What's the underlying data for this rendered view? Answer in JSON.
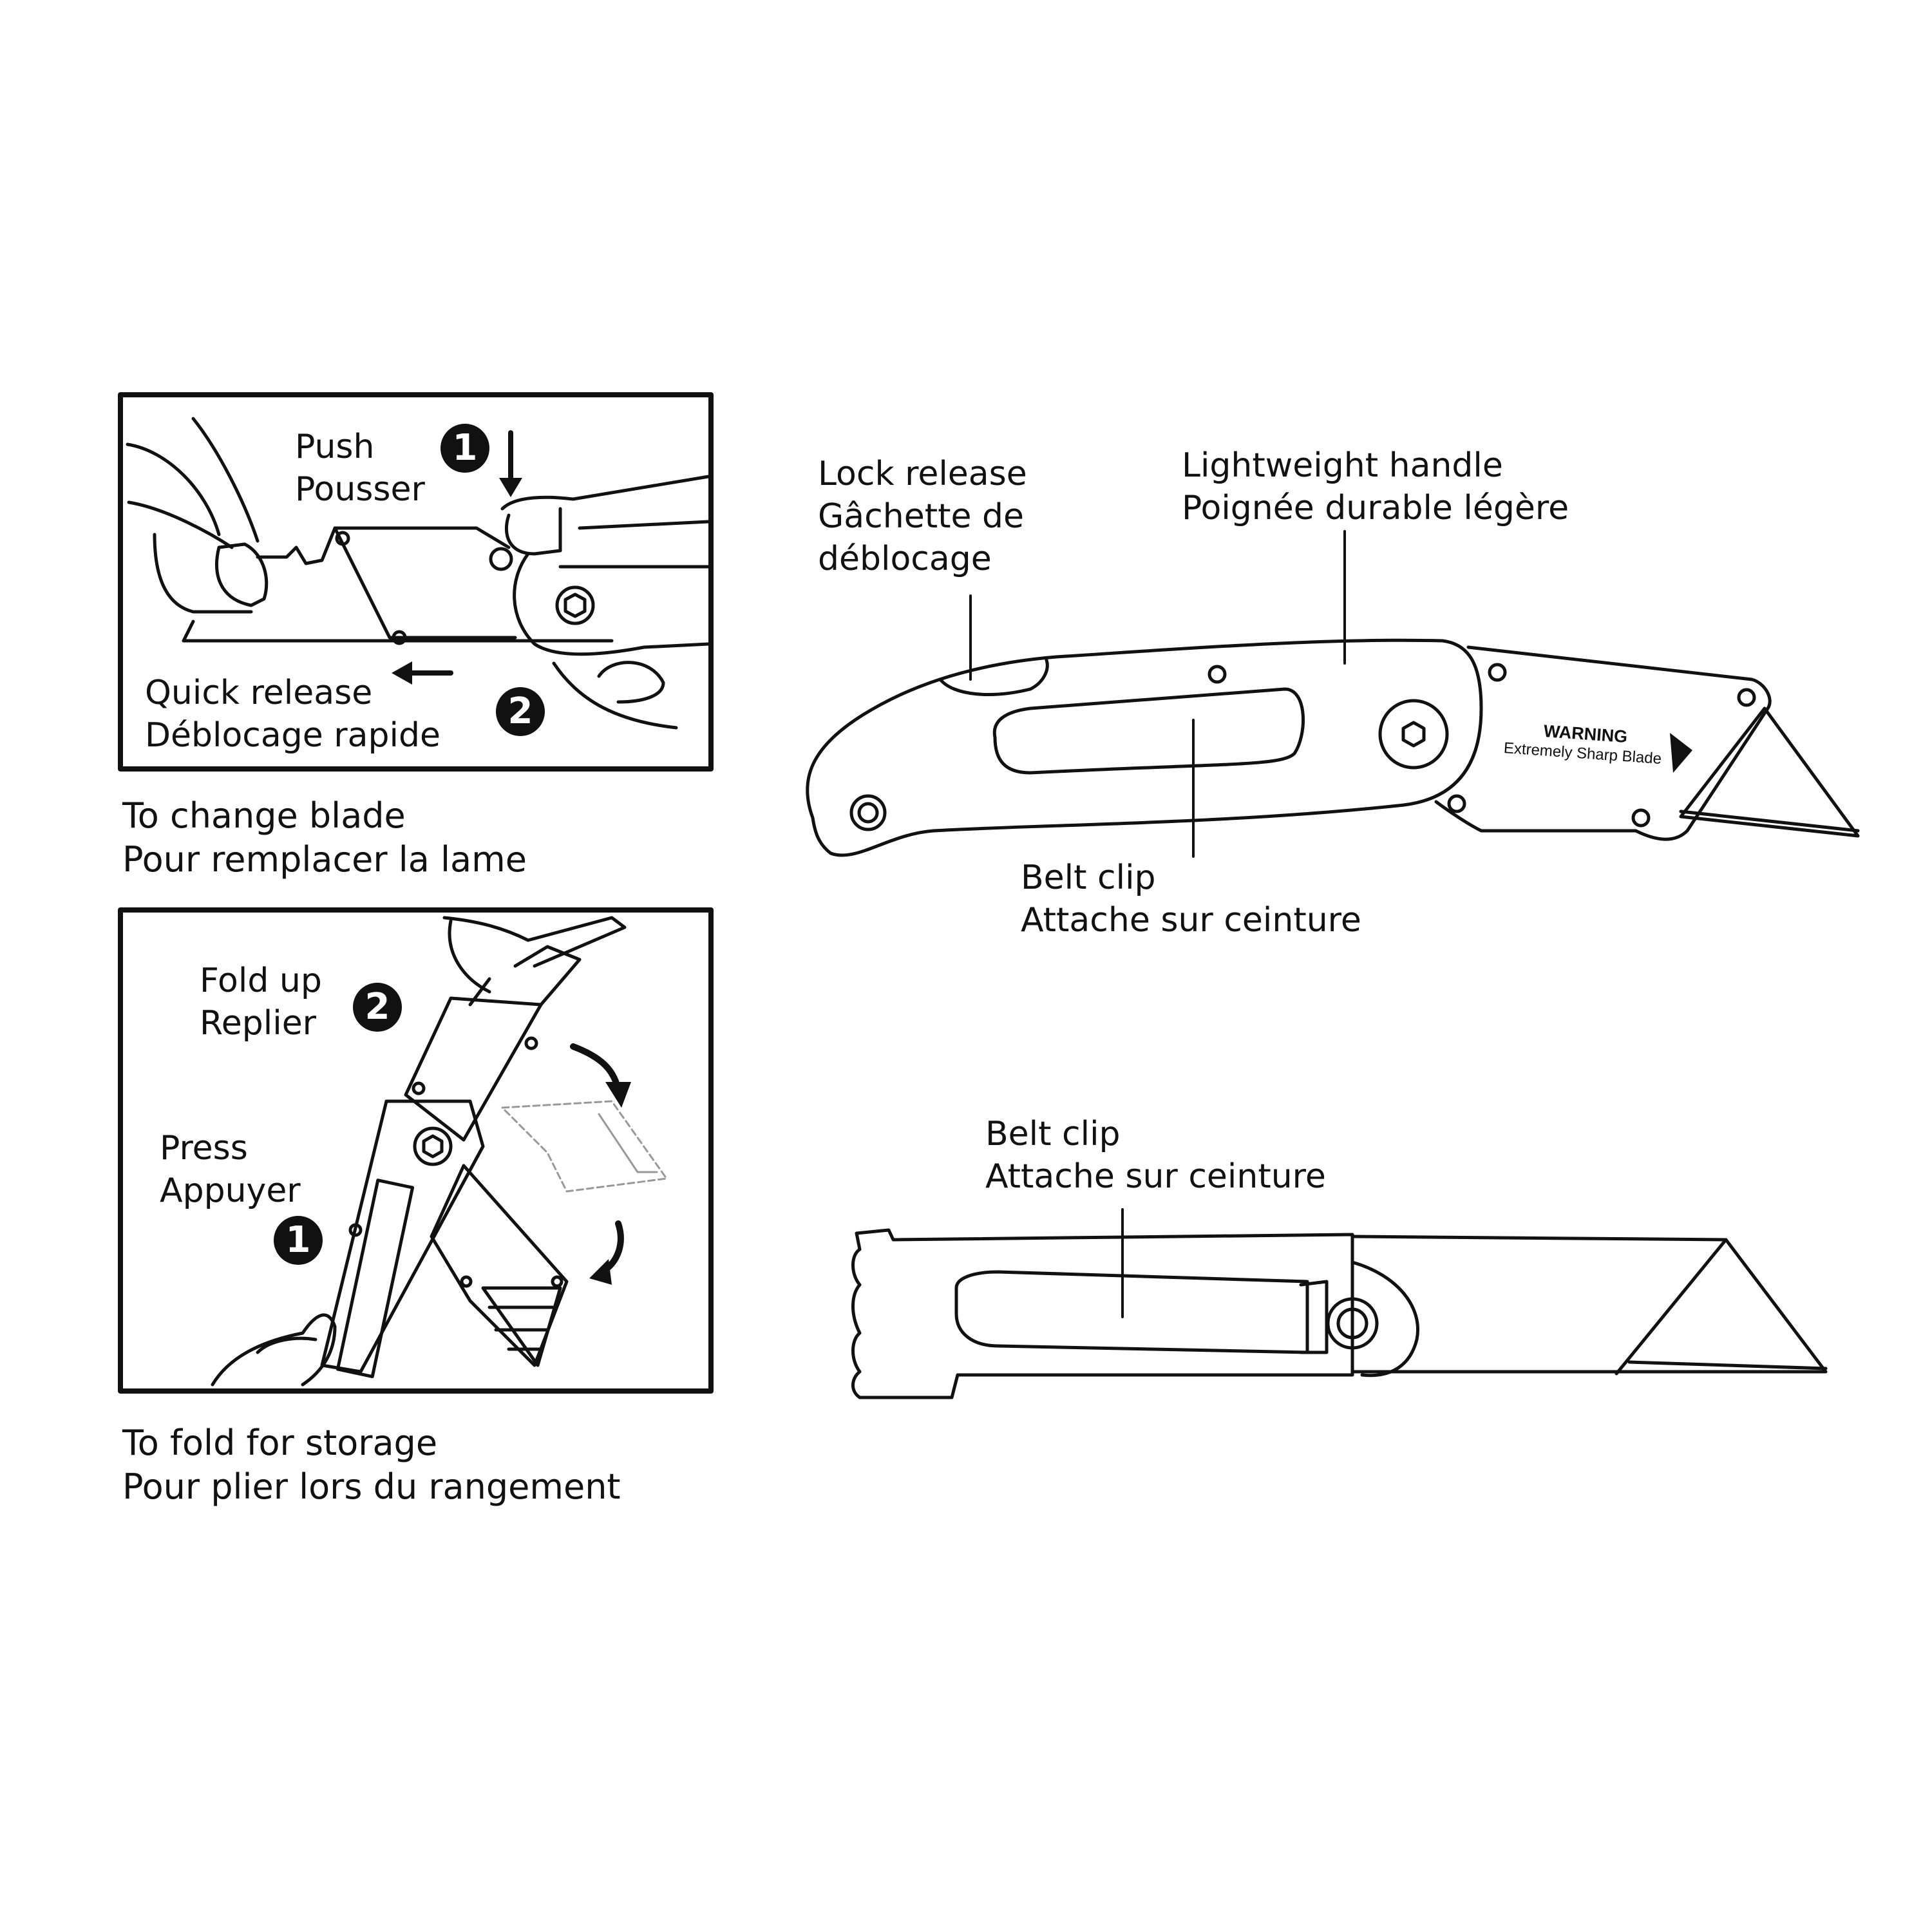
{
  "change_blade": {
    "push": [
      "Push",
      "Pousser"
    ],
    "quick_release": [
      "Quick release",
      "Déblocage rapide"
    ],
    "caption": [
      "To change blade",
      "Pour remplacer la lame"
    ],
    "step1": "1",
    "step2": "2"
  },
  "fold_storage": {
    "fold_up": [
      "Fold up",
      "Replier"
    ],
    "press": [
      "Press",
      "Appuyer"
    ],
    "caption": [
      "To fold for storage",
      "Pour plier lors du rangement"
    ],
    "step1": "1",
    "step2": "2"
  },
  "open_knife": {
    "lock_release": [
      "Lock release",
      "Gâchette de",
      "déblocage"
    ],
    "handle": [
      "Lightweight handle",
      "Poignée durable légère"
    ],
    "belt_clip": [
      "Belt clip",
      "Attache sur ceinture"
    ],
    "warning_title": "WARNING",
    "warning_text": "Extremely Sharp Blade"
  },
  "side_knife": {
    "belt_clip": [
      "Belt clip",
      "Attache sur ceinture"
    ]
  },
  "colors": {
    "ink": "#111111",
    "paper": "#ffffff"
  }
}
